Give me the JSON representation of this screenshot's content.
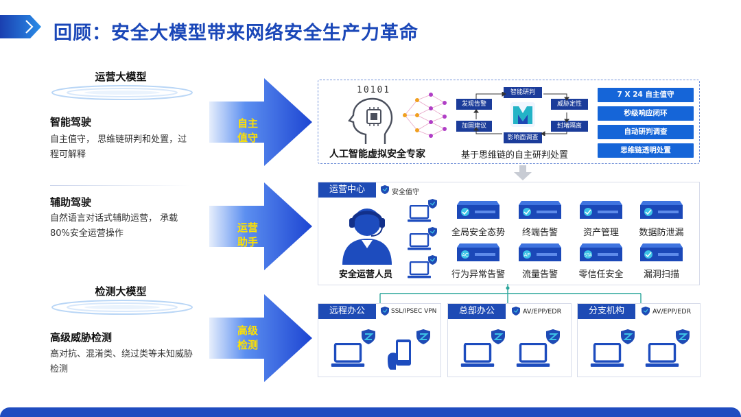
{
  "title": "回顾：安全大模型带来网络安全生产力革命",
  "left": {
    "ops_model_title": "运营大模型",
    "detect_model_title": "检测大模型",
    "items": [
      {
        "head": "智能驾驶",
        "desc": "自主值守， 思维链研判和处置，过程可解释"
      },
      {
        "head": "辅助驾驶",
        "desc": "自然语言对话式辅助运营， 承载80%安全运营操作"
      },
      {
        "head": "高级威胁检测",
        "desc": "高对抗、混淆类、绕过类等未知威胁检测"
      }
    ]
  },
  "arrows": [
    {
      "line1": "自主",
      "line2": "值守"
    },
    {
      "line1": "运营",
      "line2": "助手"
    },
    {
      "line1": "高级",
      "line2": "检测"
    }
  ],
  "panel1": {
    "binary": "10101",
    "expert_caption": "人工智能虚拟安全专家",
    "chain_caption": "基于思维链的自主研判处置",
    "flow": {
      "top": "智能研判",
      "left_top": "发现告警",
      "right_top": "威胁定性",
      "left_bottom": "加固建议",
      "right_bottom": "封堵隔离",
      "bottom": "影响面调查"
    },
    "tags": [
      "7 X 24 自主值守",
      "秒级响应闭环",
      "自动研判调查",
      "思维链透明处置"
    ]
  },
  "panel2": {
    "tab": "运营中心",
    "guard": "安全值守",
    "ops_caption": "安全运营人员",
    "devices": [
      "全局安全态势",
      "终端告警",
      "资产管理",
      "数据防泄漏",
      "行为异常告警",
      "流量告警",
      "零信任安全",
      "漏洞扫描"
    ],
    "device_badges": [
      "AC",
      "AF",
      "STA"
    ]
  },
  "panel3": [
    {
      "tab": "远程办公",
      "tag": "SSL/IPSEC VPN"
    },
    {
      "tab": "总部办公",
      "tag": "AV/EPP/EDR"
    },
    {
      "tab": "分支机构",
      "tag": "AV/EPP/EDR"
    }
  ],
  "colors": {
    "title_blue": "#1a47b8",
    "arrow_yellow": "#ffe100",
    "tag_blue": "#1565d8",
    "tab_blue": "#1e4bb5",
    "flow_navy": "#1b3c9a"
  }
}
